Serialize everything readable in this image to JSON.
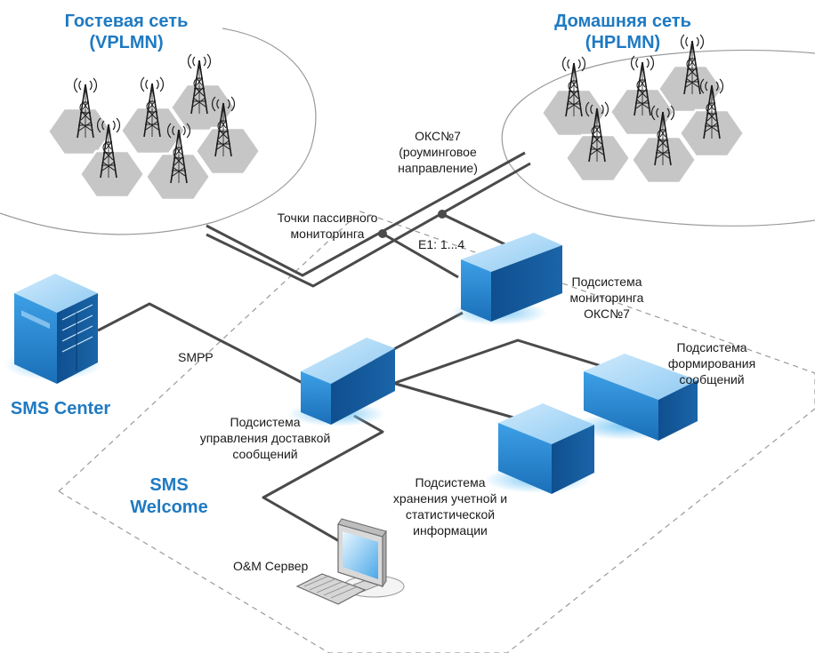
{
  "colors": {
    "accent": "#1f7ac2",
    "line": "#4a4a4a",
    "cell": "#c6c6c6",
    "box_front": "#2a8fd8",
    "box_top": "#a8d8f8"
  },
  "networks": {
    "guest": {
      "line1": "Гостевая сеть",
      "line2": "(VPLMN)"
    },
    "home": {
      "line1": "Домашняя сеть",
      "line2": "(HPLMN)"
    }
  },
  "links": {
    "ss7": {
      "line1": "ОКС№7",
      "line2": "(роуминговое",
      "line3": "направление)"
    },
    "passive": {
      "line1": "Точки пассивного",
      "line2": "мониторинга"
    },
    "e1": "E1: 1...4",
    "smpp": "SMPP"
  },
  "sms_center": "SMS Center",
  "sms_welcome": {
    "line1": "SMS",
    "line2": "Welcome"
  },
  "subsystems": {
    "monitoring": {
      "line1": "Подсистема",
      "line2": "мониторинга",
      "line3": "ОКС№7"
    },
    "delivery": {
      "line1": "Подсистема",
      "line2": "управления доставкой",
      "line3": "сообщений"
    },
    "forming": {
      "line1": "Подсистема",
      "line2": "формирования",
      "line3": "сообщений"
    },
    "storage": {
      "line1": "Подсистема",
      "line2": "хранения учетной и",
      "line3": "статистической",
      "line4": "информации"
    }
  },
  "om_server": "O&M Сервер",
  "icons": [
    "cell-tower-icon",
    "server-rack-icon",
    "server-box-icon",
    "monitor-icon",
    "keyboard-icon"
  ]
}
